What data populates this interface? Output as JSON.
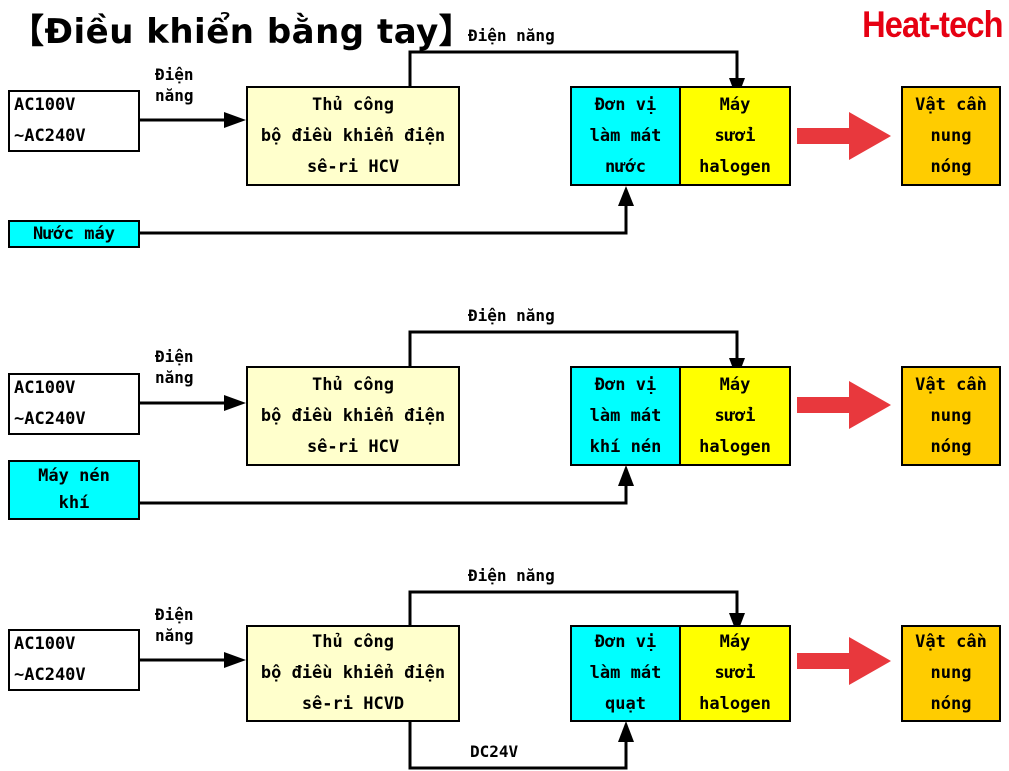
{
  "title": "【Điều khiển bằng tay】",
  "brand": {
    "text": "Heat-tech",
    "color": "#e60012"
  },
  "arrow_color": "#e8383d",
  "rows": [
    {
      "ac_line1": "AC100V",
      "ac_line2": "~AC240V",
      "power_label_line1": "Điện",
      "power_label_line2": "năng",
      "top_power_label": "Điện năng",
      "ctrl_line1": "Thủ công",
      "ctrl_line2": "bộ điều khiển điện",
      "ctrl_line3": "sê-ri HCV",
      "cool_line1": "Đơn vị",
      "cool_line2": "làm mát",
      "cool_line3": "nước",
      "heater_line1": "Máy",
      "heater_line2": "sưởi",
      "heater_line3": "halogen",
      "object_line1": "Vật cần",
      "object_line2": "nung",
      "object_line3": "nóng",
      "source_line1": "Nước máy"
    },
    {
      "ac_line1": "AC100V",
      "ac_line2": "~AC240V",
      "power_label_line1": "Điện",
      "power_label_line2": "năng",
      "top_power_label": "Điện năng",
      "ctrl_line1": "Thủ công",
      "ctrl_line2": "bộ điều khiển điện",
      "ctrl_line3": "sê-ri HCV",
      "cool_line1": "Đơn vị",
      "cool_line2": "làm mát",
      "cool_line3": "khí nén",
      "heater_line1": "Máy",
      "heater_line2": "sưởi",
      "heater_line3": "halogen",
      "object_line1": "Vật cần",
      "object_line2": "nung",
      "object_line3": "nóng",
      "source_line1": "Máy nén",
      "source_line2": "khí"
    },
    {
      "ac_line1": "AC100V",
      "ac_line2": "~AC240V",
      "power_label_line1": "Điện",
      "power_label_line2": "năng",
      "top_power_label": "Điện năng",
      "ctrl_line1": "Thủ công",
      "ctrl_line2": "bộ điều khiển điện",
      "ctrl_line3": "sê-ri HCVD",
      "cool_line1": "Đơn vị",
      "cool_line2": "làm mát",
      "cool_line3": "quạt",
      "heater_line1": "Máy",
      "heater_line2": "sưởi",
      "heater_line3": "halogen",
      "object_line1": "Vật cần",
      "object_line2": "nung",
      "object_line3": "nóng",
      "dc_label": "DC24V"
    }
  ]
}
